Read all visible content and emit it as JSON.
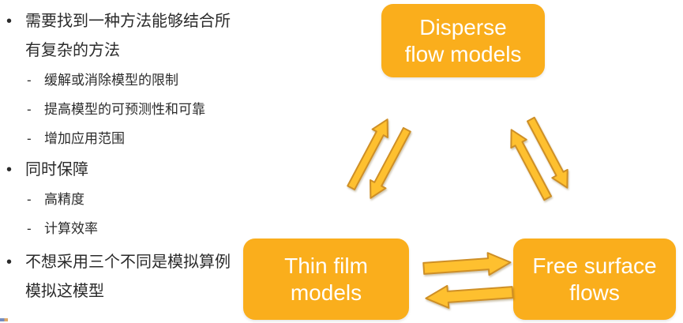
{
  "left_panel": {
    "items": [
      {
        "marker": "•",
        "text": "需要找到一种方法能够结合所\n有复杂的方法"
      },
      {
        "marker": "-",
        "text": "缓解或消除模型的限制"
      },
      {
        "marker": "-",
        "text": "提高模型的可预测性和可靠"
      },
      {
        "marker": "-",
        "text": "增加应用范围"
      },
      {
        "marker": "•",
        "text": "同时保障"
      },
      {
        "marker": "-",
        "text": "高精度"
      },
      {
        "marker": "-",
        "text": "计算效率"
      },
      {
        "marker": "•",
        "text": "不想采用三个不同是模拟算例\n模拟这模型"
      }
    ]
  },
  "diagram": {
    "nodes": {
      "disperse": {
        "label": "Disperse\nflow models"
      },
      "thin_film": {
        "label": "Thin film\nmodels"
      },
      "free_surface": {
        "label": "Free surface\nflows"
      }
    },
    "relations": [
      "Disperse flow models <-> Thin film models",
      "Disperse flow models <-> Free surface flows",
      "Thin film models <-> Free surface flows"
    ],
    "colors": {
      "node_fill": "#FAAE1C",
      "node_text": "#FFFFFF",
      "arrow_fill": "#FEC02F",
      "arrow_stroke": "#CE8F26"
    }
  }
}
